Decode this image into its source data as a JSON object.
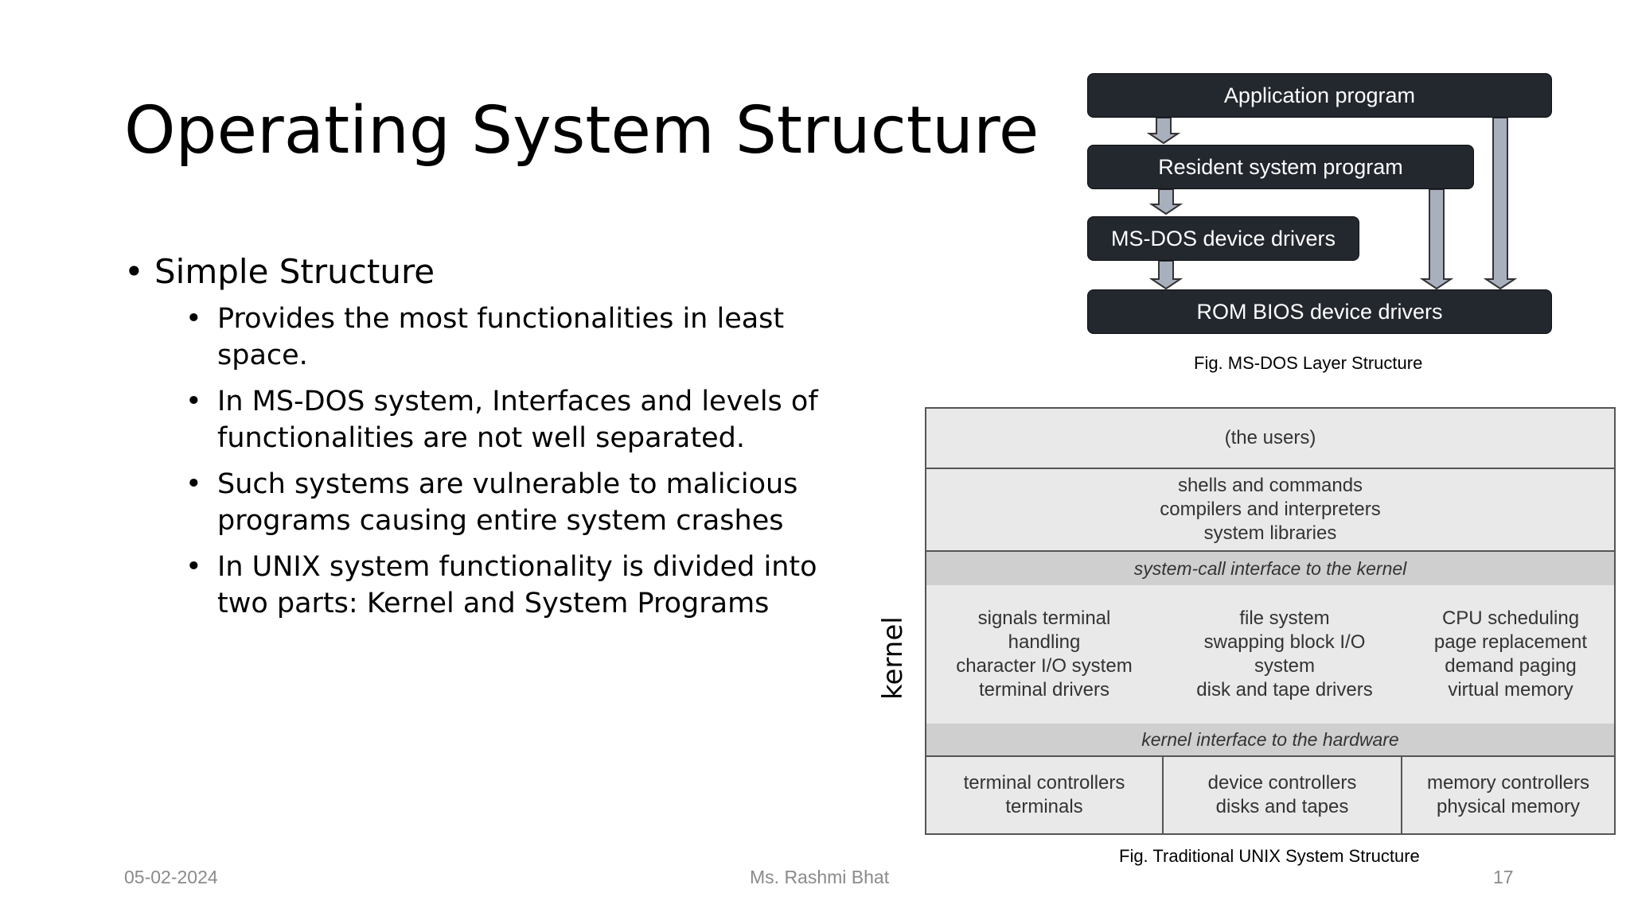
{
  "slide": {
    "title": "Operating System Structure",
    "bullet": "Simple Structure",
    "sub_bullets": [
      "Provides the most functionalities in least space.",
      "In MS-DOS system, Interfaces and levels of functionalities are not well separated.",
      "Such systems are vulnerable to malicious programs causing entire system crashes",
      "In UNIX system functionality is divided into two parts: Kernel and System Programs"
    ]
  },
  "msdos_figure": {
    "layers": [
      "Application program",
      "Resident system program",
      "MS-DOS device drivers",
      "ROM BIOS device drivers"
    ],
    "caption": "Fig. MS-DOS Layer Structure"
  },
  "unix_figure": {
    "users": "(the users)",
    "system_programs": [
      "shells and commands",
      "compilers and interpreters",
      "system libraries"
    ],
    "syscall_interface": "system-call interface to the kernel",
    "kernel_columns": [
      [
        "signals terminal",
        "handling",
        "character I/O system",
        "terminal drivers"
      ],
      [
        "file system",
        "swapping block I/O",
        "system",
        "disk and tape drivers"
      ],
      [
        "CPU scheduling",
        "page replacement",
        "demand paging",
        "virtual memory"
      ]
    ],
    "hardware_interface": "kernel interface to the hardware",
    "hardware_columns": [
      [
        "terminal controllers",
        "terminals"
      ],
      [
        "device controllers",
        "disks and tapes"
      ],
      [
        "memory controllers",
        "physical memory"
      ]
    ],
    "side_label": "kernel",
    "caption": "Fig. Traditional UNIX System Structure"
  },
  "footer": {
    "date": "05-02-2024",
    "author": "Ms. Rashmi Bhat",
    "page": "17"
  },
  "colors": {
    "box_fill": "#23272e",
    "arrow_fill": "#a9b0bd",
    "band_fill": "#cfcfcf",
    "diagram_fill": "#e9e9e9",
    "footer_text": "#8a8a8a"
  }
}
